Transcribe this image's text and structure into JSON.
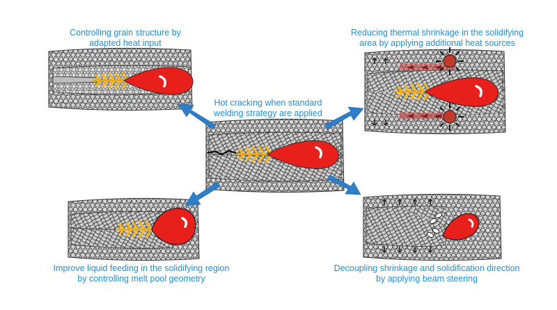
{
  "captions": {
    "top_left": [
      "Controlling grain structure by",
      "adapted heat input"
    ],
    "top_right": [
      "Reducing thermal shrinkage in the solidifying",
      "area by applying additional heat sources"
    ],
    "center": [
      "Hot cracking when standard",
      "welding strategy are applied"
    ],
    "bottom_left": [
      "Improve liquid feeding in the solidifying region",
      "by controlling melt pool geometry"
    ],
    "bottom_right": [
      "Decoupling shrinkage and solidification direction",
      "by applying beam steering"
    ]
  },
  "colors": {
    "caption": "#1f8fd6",
    "arrow": "#2f7fc8",
    "melt_pool": "#e8201c",
    "dendrite": "#f5b61e",
    "grain_fill": "#d9d9d9",
    "grain_edge": "#444444"
  }
}
